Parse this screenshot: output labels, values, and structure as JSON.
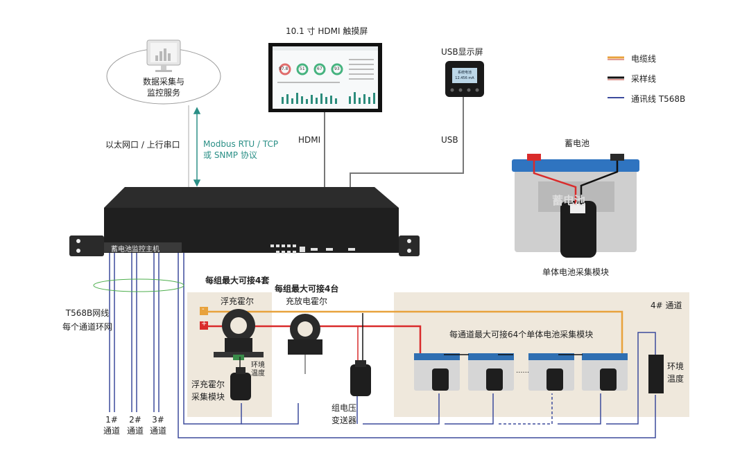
{
  "cloud": {
    "line1": "数据采集与",
    "line2": "监控服务"
  },
  "ethernet_label": "以太网口 / 上行串口",
  "protocol": {
    "line1": "Modbus RTU  / TCP",
    "line2": "或 SNMP 协议"
  },
  "touchscreen": {
    "label": "10.1 寸 HDMI 触摸屏",
    "dashboard_gauges": [
      "97.8",
      "51",
      "67",
      "93"
    ]
  },
  "usb_display": {
    "label": "USB显示屏",
    "screen_line1": "系统电池",
    "screen_line2": "12.456 mA"
  },
  "hdmi_label": "HDMI",
  "usb_label": "USB",
  "host": {
    "name": "蓄电池监控主机"
  },
  "legend": [
    {
      "label": "电缆线",
      "color": "#e8a23c",
      "stripe": "#c0392b"
    },
    {
      "label": "采样线",
      "color": "#111111",
      "stripe": "#c0392b"
    },
    {
      "label": "通讯线 T568B",
      "color": "#3b4a9c",
      "stripe": "#3b4a9c"
    }
  ],
  "battery": {
    "title": "蓄电池",
    "body_text": "蓄电池",
    "module_label": "单体电池采集模块"
  },
  "network_note": {
    "line1": "T568B网线",
    "line2": "每个通道环网"
  },
  "group_max_hall": "每组最大可接4套",
  "group_max_charge": "每组最大可接4台",
  "float_hall": "浮充霍尔",
  "charge_hall": "充放电霍尔",
  "env_temp_small": {
    "line1": "环境",
    "line2": "温度"
  },
  "float_module": {
    "line1": "浮充霍尔",
    "line2": "采集模块"
  },
  "voltage_tx": {
    "line1": "组电压",
    "line2": "变送器"
  },
  "channel4_label": "4# 通道",
  "channel_max": "每通道最大可接64个单体电池采集模块",
  "env_temp": {
    "line1": "环境",
    "line2": "温度"
  },
  "channels": [
    {
      "num": "1#",
      "label": "通道"
    },
    {
      "num": "2#",
      "label": "通道"
    },
    {
      "num": "3#",
      "label": "通道"
    }
  ],
  "ellipsis": "......",
  "terminal_minus": "-",
  "terminal_plus": "+",
  "colors": {
    "cable": "#e8a23c",
    "red": "#d92b2b",
    "sample": "#111111",
    "comm": "#3b4a9c",
    "teal": "#2a8f86",
    "panel": "#efe8dc"
  }
}
